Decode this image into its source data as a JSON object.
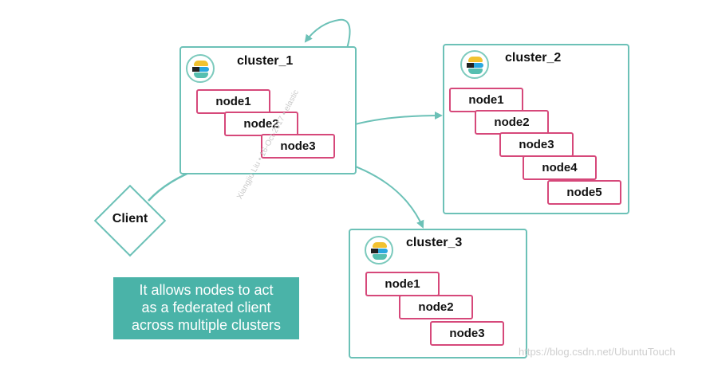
{
  "clusters": [
    {
      "title": "cluster_1",
      "nodes": [
        "node1",
        "node2",
        "node3"
      ]
    },
    {
      "title": "cluster_2",
      "nodes": [
        "node1",
        "node2",
        "node3",
        "node4",
        "node5"
      ]
    },
    {
      "title": "cluster_3",
      "nodes": [
        "node1",
        "node2",
        "node3"
      ]
    }
  ],
  "client": {
    "label": "Client"
  },
  "callout": {
    "line1": "It allows nodes to act",
    "line2": "as a federated client",
    "line3": "across multiple clusters"
  },
  "watermarks": {
    "diagonal": "Xiangjiu Liu • 16-Oct-2017 • elastic",
    "url": "https://blog.csdn.net/UbuntuTouch"
  },
  "colors": {
    "teal": "#6cc1b7",
    "node_border": "#d6487a",
    "callout_bg": "#4ab3a8"
  }
}
